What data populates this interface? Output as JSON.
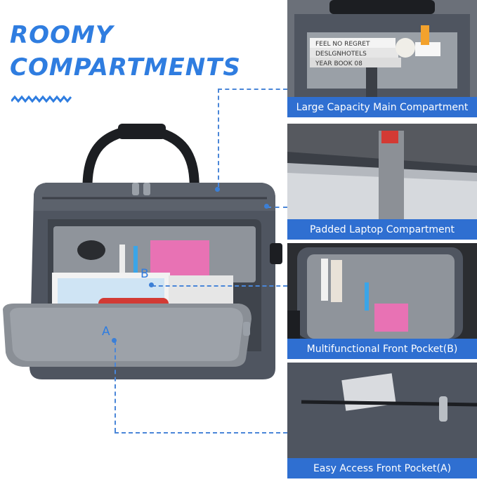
{
  "headline": {
    "line1": "ROOMY",
    "line2": "COMPARTMENTS"
  },
  "captions": {
    "main": "Large Capacity Main Compartment",
    "laptop": "Padded Laptop Compartment",
    "front_b": "Multifunctional Front Pocket(B)",
    "front_a": "Easy Access Front Pocket(A)"
  },
  "markers": {
    "a": "A",
    "b": "B"
  },
  "books": {
    "book1": "FEEL NO REGRET",
    "book2": "DESLGNHOTELS",
    "book3": "YEAR BOOK 08"
  },
  "colors": {
    "accent": "#2f7de0",
    "caption_bg": "#2f6fd1",
    "bag_gray": "#4f5560",
    "lining": "#8f949b"
  }
}
